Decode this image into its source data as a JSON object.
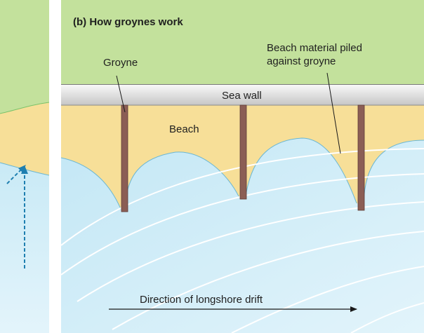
{
  "panel_b": {
    "title": "(b) How groynes work",
    "labels": {
      "groyne": "Groyne",
      "beach_material_line1": "Beach material piled",
      "beach_material_line2": "against groyne",
      "sea_wall": "Sea wall",
      "beach": "Beach",
      "drift": "Direction of longshore drift"
    }
  },
  "colors": {
    "land": "#c3e19c",
    "sand": "#f7df98",
    "sea_light": "#ddf2fb",
    "sea_mid": "#c3e7f5",
    "wave_crest": "#ffffff",
    "sea_wall_top": "#f6f6f6",
    "sea_wall_bottom": "#c9c9c9",
    "groyne": "#8b5e55",
    "arrow": "#1e7fb0"
  }
}
